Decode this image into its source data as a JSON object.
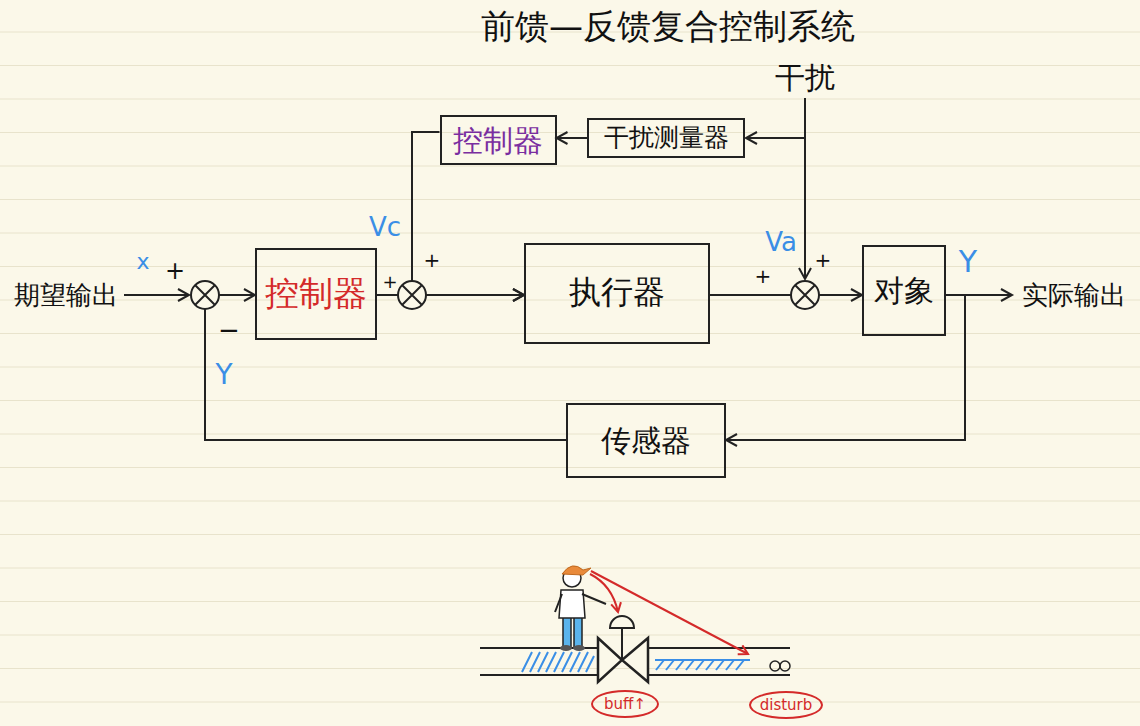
{
  "diagram": {
    "title": "前馈—反馈复合控制系统",
    "nodes": [
      {
        "text": [
          "控制器"
        ]
      },
      {
        "text": [
          "干扰测量器"
        ]
      },
      {
        "text": [
          "控制器"
        ]
      },
      {
        "text": [
          "执行器"
        ]
      },
      {
        "text": [
          "对象"
        ]
      },
      {
        "text": [
          "传感器"
        ]
      },
      {
        "text": [
          "buff↑"
        ]
      },
      {
        "text": [
          "disturb"
        ]
      }
    ],
    "edges": [
      {
        "from": 1,
        "to": 0,
        "arrow": "to"
      },
      {
        "from": 2,
        "to": 3,
        "arrow": "to"
      },
      {
        "from": 0,
        "to": 3,
        "arrow": "to"
      },
      {
        "from": 3,
        "to": 4,
        "arrow": "to"
      },
      {
        "from": 4,
        "to": 5,
        "arrow": "to"
      },
      {
        "from": 5,
        "to": 2,
        "arrow": "to"
      }
    ],
    "labels": [
      "干扰",
      "期望输出",
      "x",
      "+",
      "−",
      "Y",
      "Vc",
      "+",
      "+",
      "Va",
      "+",
      "+",
      "Y",
      "实际输出"
    ]
  }
}
